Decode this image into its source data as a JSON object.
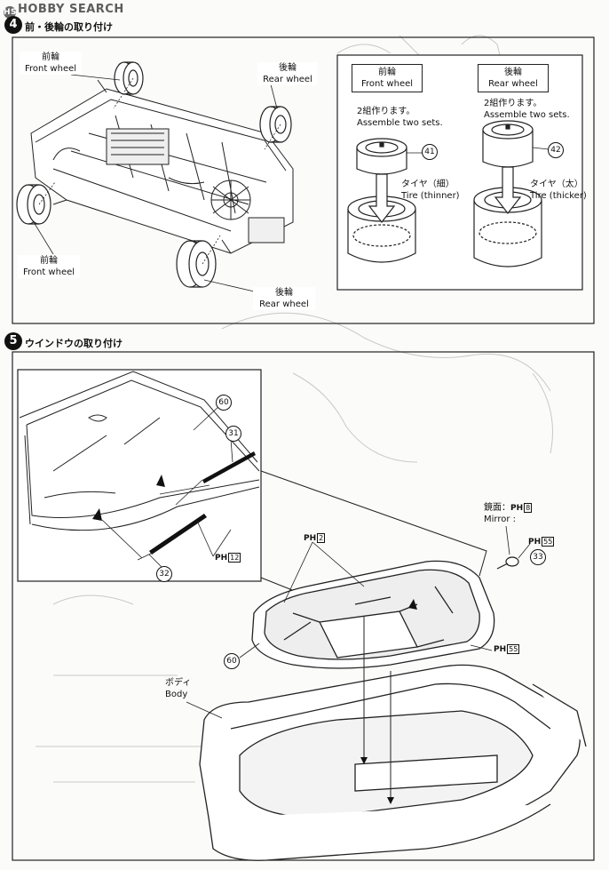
{
  "watermark": {
    "text": "HOBBY SEARCH"
  },
  "step4": {
    "number": "4",
    "title": "前・後輪の取り付け",
    "labels": {
      "front_top": {
        "jp": "前輪",
        "en": "Front wheel"
      },
      "rear_top": {
        "jp": "後輪",
        "en": "Rear wheel"
      },
      "front_bottom": {
        "jp": "前輪",
        "en": "Front wheel"
      },
      "rear_bottom": {
        "jp": "後輪",
        "en": "Rear wheel"
      }
    },
    "detail": {
      "front": {
        "jp": "前輪",
        "en": "Front wheel",
        "note_jp": "2組作ります。",
        "note_en": "Assemble two sets.",
        "part": "41",
        "tire_jp": "タイヤ（細）",
        "tire_en": "Tire (thinner)"
      },
      "rear": {
        "jp": "後輪",
        "en": "Rear wheel",
        "note_jp": "2組作ります。",
        "note_en": "Assemble two sets.",
        "part": "42",
        "tire_jp": "タイヤ（太）",
        "tire_en": "Tire (thicker)"
      }
    }
  },
  "step5": {
    "number": "5",
    "title": "ウインドウの取り付け",
    "parts": {
      "p60a": "60",
      "p31": "31",
      "p32": "32",
      "p33": "33",
      "p60b": "60"
    },
    "ph_labels": {
      "ph12": "12",
      "ph2": "2",
      "ph8": "8",
      "ph55a": "55",
      "ph55b": "55",
      "ph_prefix": "PH"
    },
    "mirror": {
      "jp": "鏡面：",
      "en": "Mirror :"
    },
    "body": {
      "jp": "ボディ",
      "en": "Body"
    }
  }
}
